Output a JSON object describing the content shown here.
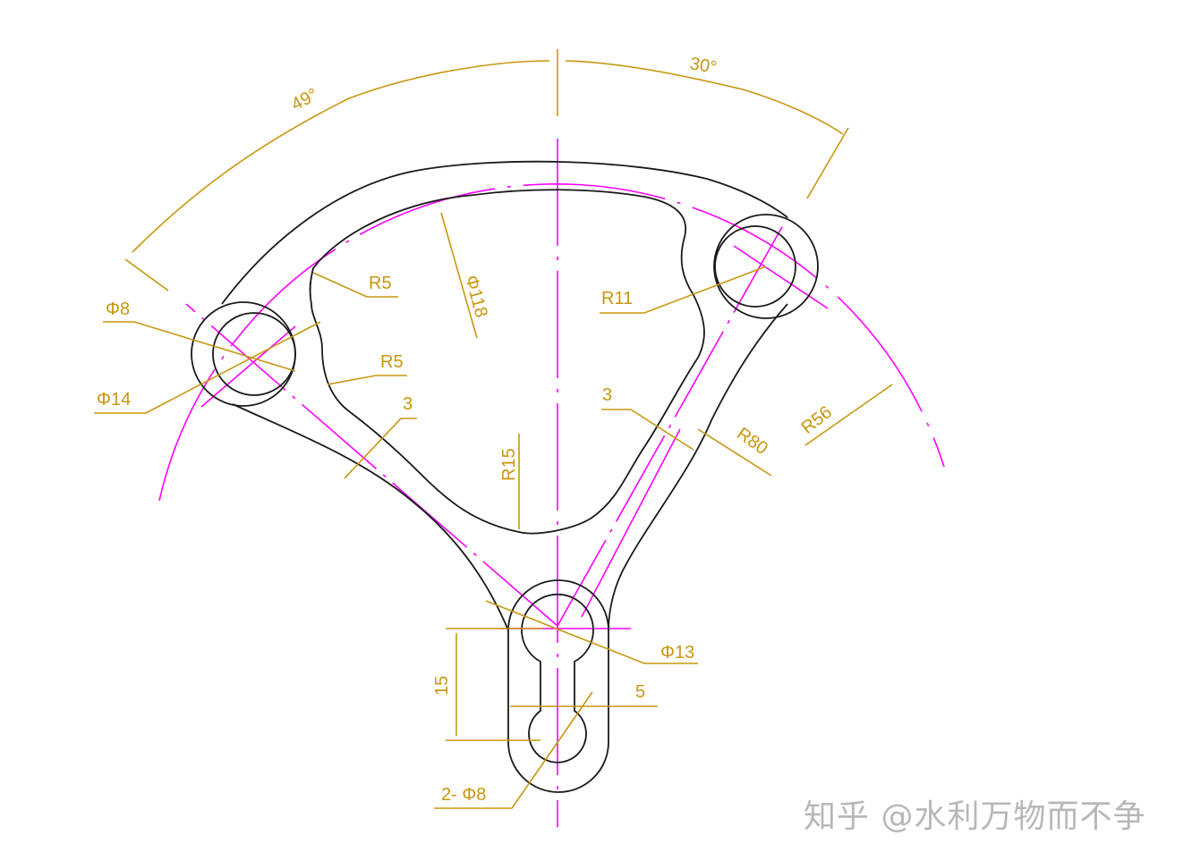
{
  "drawing": {
    "colors": {
      "outline": "#1a1a1a",
      "centerline": "#ff00ff",
      "dimension": "#c8960f",
      "background": "#ffffff",
      "watermark": "#b8b8b8"
    },
    "dimensions": {
      "angle_left": "49°",
      "angle_right": "30°",
      "phi8_left": "Φ8",
      "phi14": "Φ14",
      "r5_top": "R5",
      "r5_bottom": "R5",
      "thickness_left": "3",
      "phi118": "Φ118",
      "r11": "R11",
      "r15": "R15",
      "thickness_right": "3",
      "r80": "R80",
      "r56": "R56",
      "phi13": "Φ13",
      "slot_length": "15",
      "slot_width": "5",
      "holes_2phi8": "2- Φ8"
    }
  },
  "watermark": {
    "text": "知乎 @水利万物而不争"
  }
}
